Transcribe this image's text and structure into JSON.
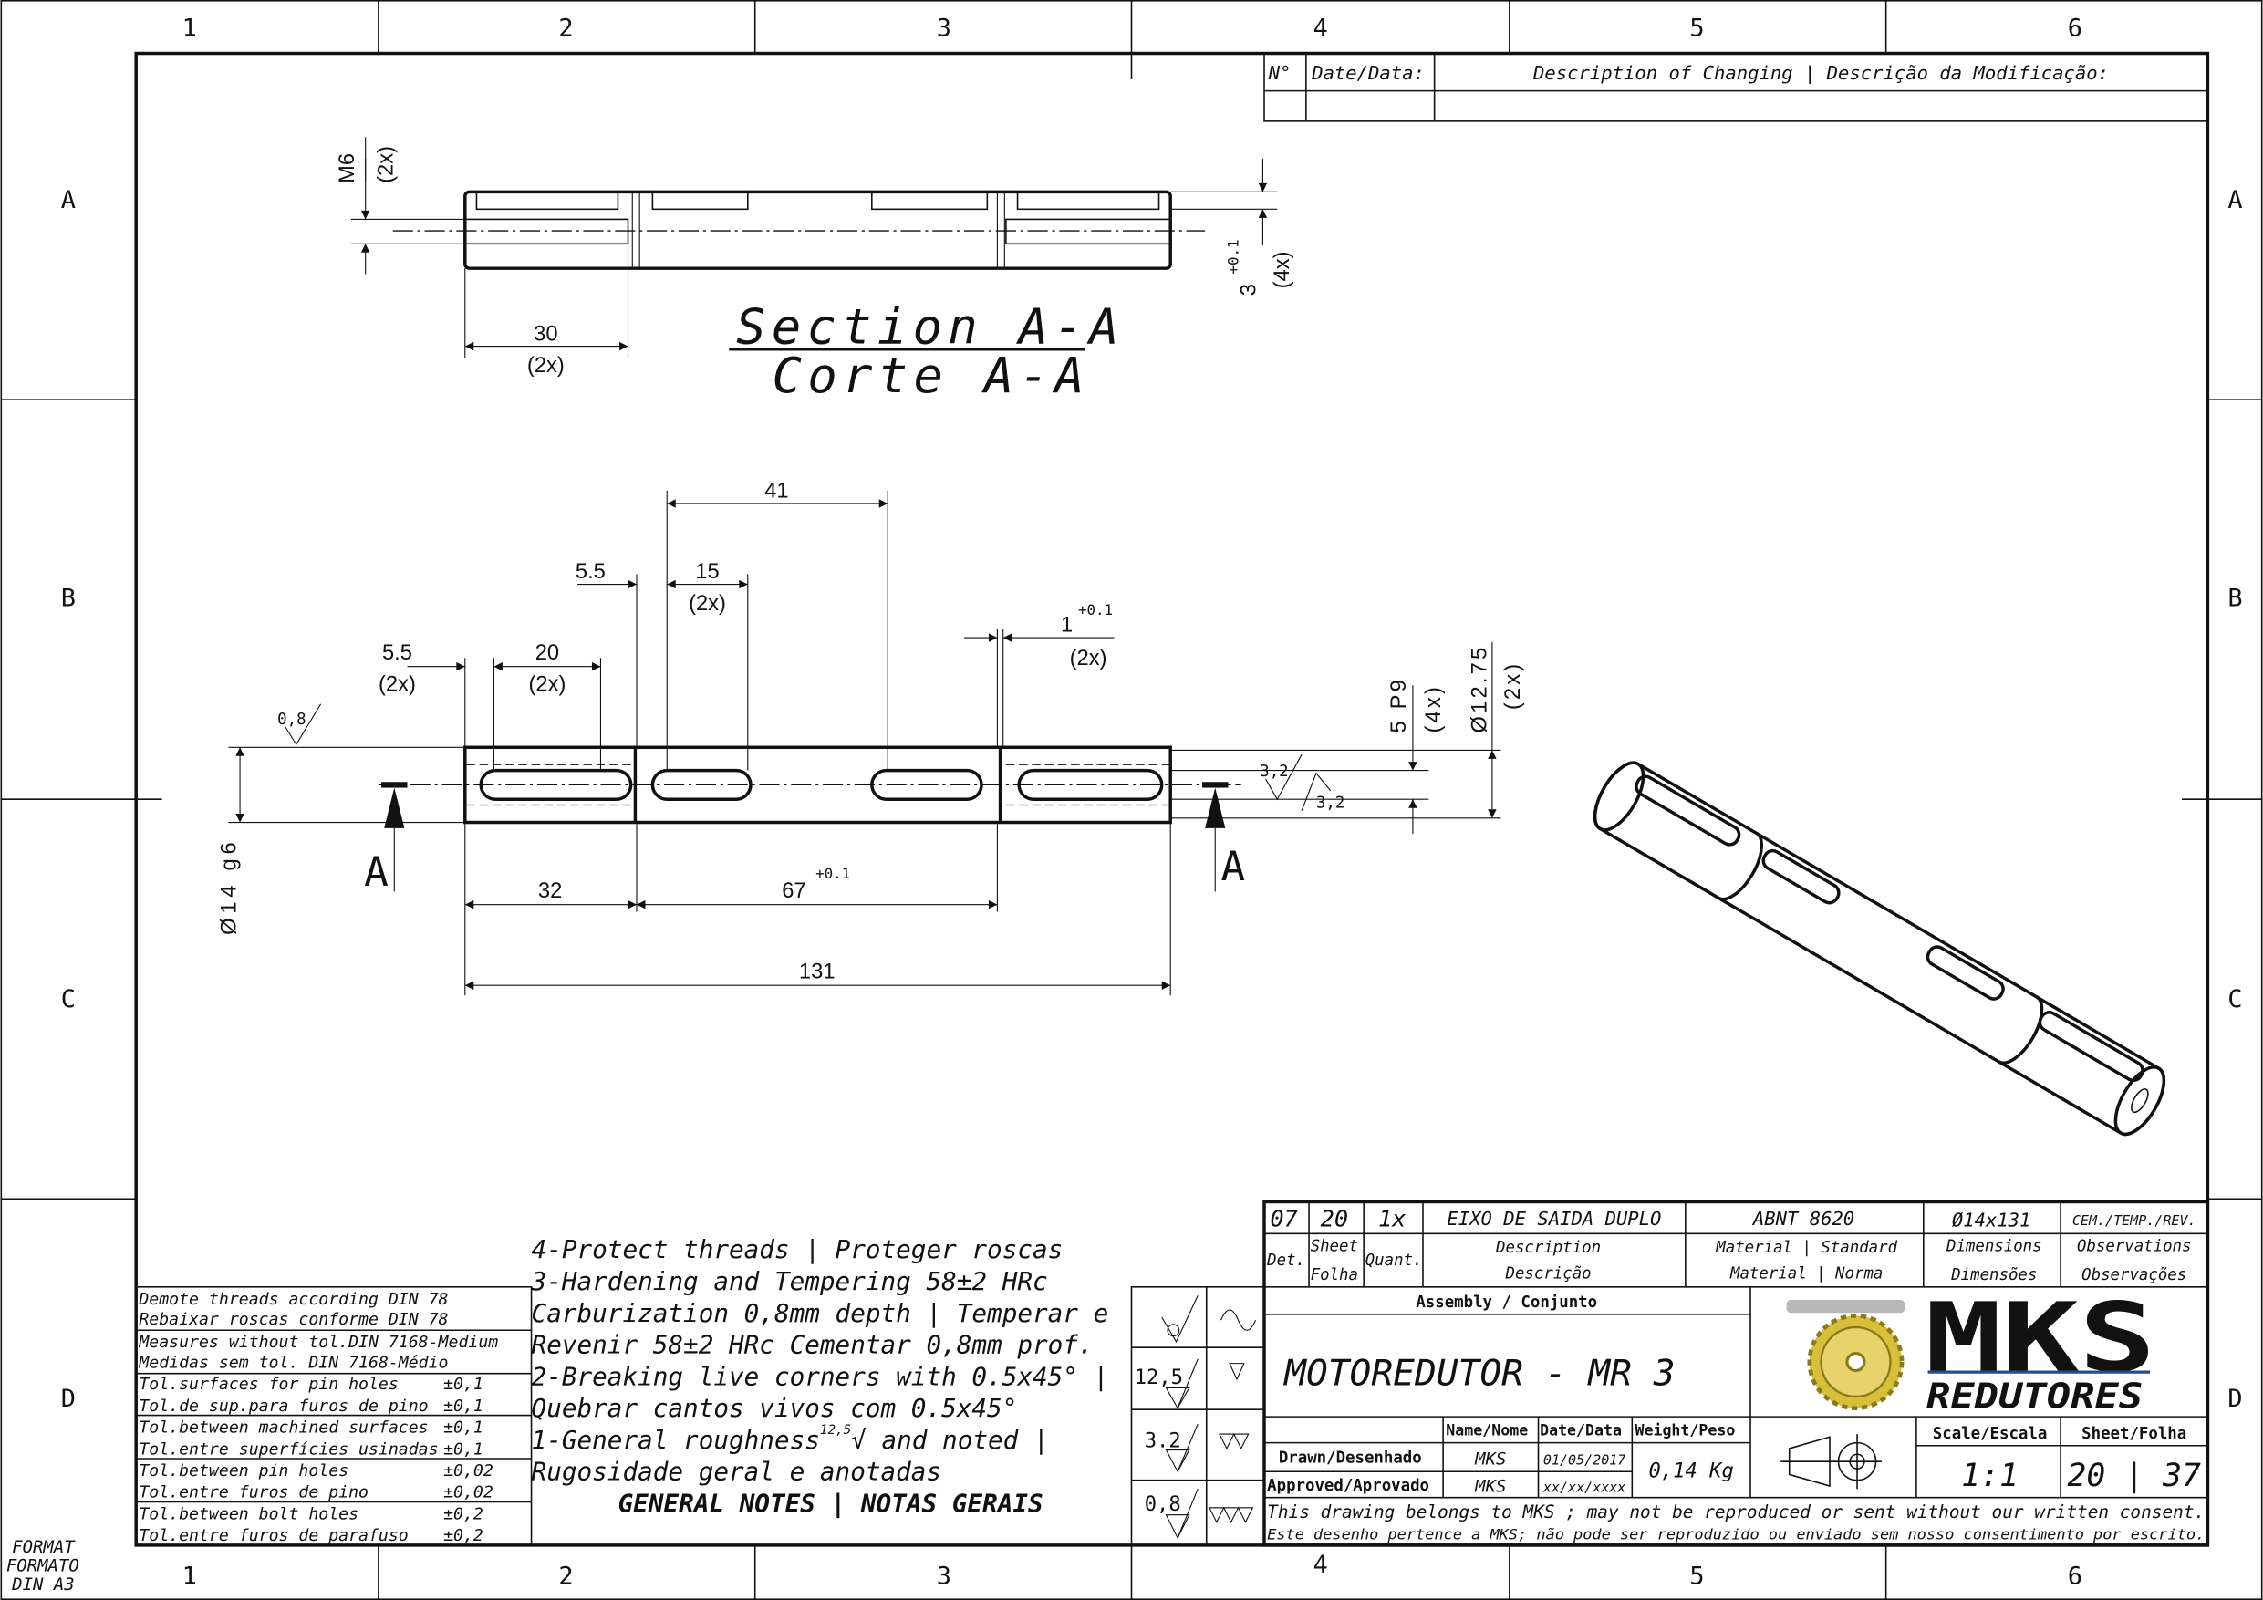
{
  "frame": {
    "columns": [
      "1",
      "2",
      "3",
      "4",
      "5",
      "6"
    ],
    "rows": [
      "A",
      "B",
      "C",
      "D"
    ],
    "format_label": [
      "FORMAT",
      "FORMATO",
      "DIN A3"
    ]
  },
  "revision_table": {
    "headers": [
      "N°",
      "Date/Data:",
      "Description of Changing | Descrição da Modificação:"
    ]
  },
  "section_view": {
    "title": "Section A-A",
    "subtitle": "Corte A-A",
    "thread": "M6",
    "thread_qty": "(2x)",
    "thread_len": "30",
    "thread_len_qty": "(2x)",
    "key_depth": "3",
    "key_depth_tol": "+0.1",
    "key_depth_qty": "(4x)"
  },
  "main_view": {
    "d_41": "41",
    "d_5_5a": "5.5",
    "d_15": "15",
    "d_15_qty": "(2x)",
    "d_5_5b": "5.5",
    "d_5_5b_qty": "(2x)",
    "d_20": "20",
    "d_20_qty": "(2x)",
    "d_1": "1",
    "d_1_tol": "+0.1",
    "d_1_qty": "(2x)",
    "rough_08": "0,8",
    "rough_32a": "3,2",
    "rough_32b": "3,2",
    "key_width": "5 P9",
    "key_width_qty": "(4x)",
    "dia_1275": "Ø12.75",
    "dia_1275_qty": "(2x)",
    "dia_14": "Ø14 g6",
    "section_mark": "A",
    "d_32": "32",
    "d_67": "67",
    "d_67_tol": "+0.1",
    "d_131": "131"
  },
  "tolerance_table": [
    [
      "Demote threads according DIN 78",
      "Rebaixar roscas conforme DIN 78",
      "",
      ""
    ],
    [
      "Measures without tol.DIN 7168-Medium",
      "Medidas sem tol.     DIN 7168-Médio",
      "",
      ""
    ],
    [
      "Tol.surfaces for pin holes",
      "Tol.de sup.para furos de pino",
      "±0,1",
      "±0,1"
    ],
    [
      "Tol.between machined surfaces",
      "Tol.entre superfícies usinadas",
      "±0,1",
      "±0,1"
    ],
    [
      "Tol.between pin holes",
      "Tol.entre furos de pino",
      "±0,02",
      "±0,02"
    ],
    [
      "Tol.between bolt holes",
      "Tol.entre furos de parafuso",
      "±0,2",
      "±0,2"
    ]
  ],
  "general_notes": {
    "lines": [
      "4-Protect threads | Proteger roscas",
      "3-Hardening and Tempering 58±2 HRc",
      "Carburization 0,8mm depth | Temperar e",
      "Revenir 58±2 HRc Cementar 0,8mm prof.",
      "2-Breaking live corners with 0.5x45° |",
      "Quebrar cantos vivos com 0.5x45°",
      "1-General roughness",
      "Rugosidade geral e anotadas"
    ],
    "roughness_value": "12,5",
    "roughness_suffix": " and noted |",
    "title": "GENERAL NOTES | NOTAS GERAIS"
  },
  "roughness_table": [
    "12,5",
    "3.2",
    "0,8"
  ],
  "title_block": {
    "part": {
      "det": "07",
      "sheet": "20",
      "qty": "1x",
      "description": "EIXO DE SAIDA DUPLO",
      "material": "ABNT 8620",
      "dimensions": "Ø14x131",
      "observations": "CEM./TEMP./REV."
    },
    "headers": {
      "det": "Det.",
      "sheet1": "Sheet",
      "sheet2": "Folha",
      "qty": "Quant.",
      "desc1": "Description",
      "desc2": "Descrição",
      "mat1": "Material | Standard",
      "mat2": "Material | Norma",
      "dim1": "Dimensions",
      "dim2": "Dimensões",
      "obs1": "Observations",
      "obs2": "Observações"
    },
    "assembly_label": "Assembly / Conjunto",
    "assembly": "MOTOREDUTOR  -  MR 3",
    "logo_text": "MKS",
    "logo_sub": "REDUTORES",
    "name_hdr": "Name/Nome",
    "date_hdr": "Date/Data",
    "weight_hdr": "Weight/Peso",
    "drawn_label": "Drawn/Desenhado",
    "drawn_name": "MKS",
    "drawn_date": "01/05/2017",
    "approved_label": "Approved/Aprovado",
    "approved_name": "MKS",
    "approved_date": "xx/xx/xxxx",
    "weight": "0,14 Kg",
    "scale_hdr": "Scale/Escala",
    "scale": "1:1",
    "sheet_hdr": "Sheet/Folha",
    "sheet": "20  |  37",
    "disclaimer_en": "This drawing belongs to MKS ; may not be reproduced or sent without our written consent.",
    "disclaimer_pt": "Este desenho pertence a MKS; não pode ser reproduzido ou enviado sem nosso consentimento por escrito."
  },
  "colors": {
    "logo_blue": "#1f4e96",
    "gear_gold": "#d8bf3a"
  }
}
